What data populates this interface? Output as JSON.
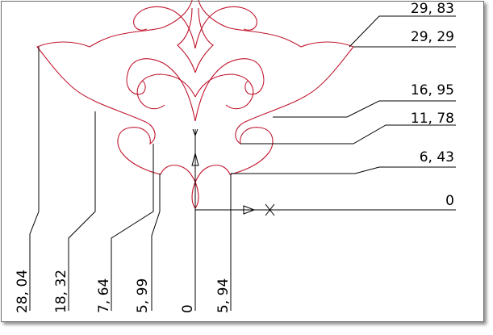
{
  "colors": {
    "ornament": "#c0162e",
    "dimension": "#000000",
    "background": "#ffffff",
    "frame": "#6f6f6f"
  },
  "right_labels": [
    "29, 83",
    "29, 29",
    "16, 95",
    "11, 78",
    "6, 43",
    "0"
  ],
  "bottom_labels": [
    "28, 04",
    "18, 32",
    "7, 64",
    "5, 99",
    "0",
    "5, 94"
  ],
  "symbols": {
    "origin_marker": "triangle-icon",
    "axis_end_marker": "cross-icon"
  }
}
